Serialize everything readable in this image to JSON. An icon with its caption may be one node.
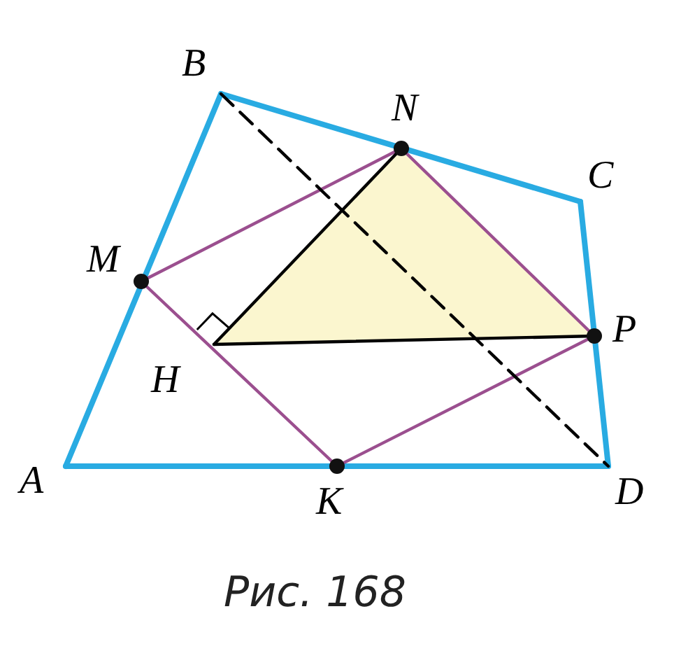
{
  "diagram": {
    "caption": "Рис. 168",
    "nodes": [
      {
        "text": [
          "A"
        ]
      },
      {
        "text": [
          "B"
        ]
      },
      {
        "text": [
          "C"
        ]
      },
      {
        "text": [
          "D"
        ]
      },
      {
        "text": [
          "M"
        ]
      },
      {
        "text": [
          "N"
        ]
      },
      {
        "text": [
          "P"
        ]
      },
      {
        "text": [
          "K"
        ]
      },
      {
        "text": [
          "H"
        ]
      }
    ],
    "edges": [
      {
        "from": 0,
        "to": 1,
        "arrow": "none",
        "style": "thick",
        "color": "#29abe2"
      },
      {
        "from": 1,
        "to": 2,
        "arrow": "none",
        "style": "thick",
        "color": "#29abe2"
      },
      {
        "from": 2,
        "to": 3,
        "arrow": "none",
        "style": "thick",
        "color": "#29abe2"
      },
      {
        "from": 3,
        "to": 0,
        "arrow": "none",
        "style": "thick",
        "color": "#29abe2"
      },
      {
        "from": 4,
        "to": 5,
        "arrow": "none",
        "color": "#9b4f8f"
      },
      {
        "from": 5,
        "to": 6,
        "arrow": "none",
        "color": "#9b4f8f"
      },
      {
        "from": 6,
        "to": 7,
        "arrow": "none",
        "color": "#9b4f8f"
      },
      {
        "from": 7,
        "to": 4,
        "arrow": "none",
        "color": "#9b4f8f"
      },
      {
        "from": 1,
        "to": 3,
        "arrow": "none",
        "style": "dashed",
        "color": "#000000"
      },
      {
        "from": 8,
        "to": 5,
        "arrow": "none",
        "color": "#000000"
      },
      {
        "from": 8,
        "to": 6,
        "arrow": "none",
        "color": "#000000"
      }
    ]
  }
}
